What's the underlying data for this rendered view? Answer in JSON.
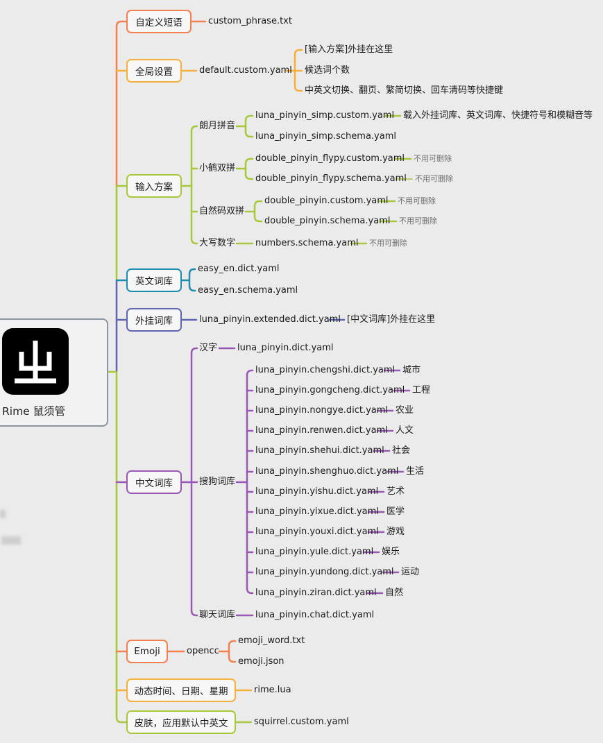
{
  "root": {
    "title": "Rime 鼠须管",
    "logo_icon": "rime-logo-icon"
  },
  "colors": {
    "orange": "#f4804f",
    "yellow": "#f5b03c",
    "green": "#a7c83a",
    "teal": "#1c8dad",
    "indigo": "#5e64b4",
    "purple": "#9a58b5",
    "root": "#8a97a3"
  },
  "custom_phrase": {
    "label": "自定义短语",
    "file": "custom_phrase.txt"
  },
  "global": {
    "label": "全局设置",
    "file": "default.custom.yaml",
    "items": [
      "[输入方案]外挂在这里",
      "候选词个数",
      "中英文切换、翻页、繁简切换、回车清码等快捷键"
    ]
  },
  "schemes": {
    "label": "输入方案",
    "luna": {
      "label": "朗月拼音",
      "custom_file": "luna_pinyin_simp.custom.yaml",
      "custom_note": "载入外挂词库、英文词库、快捷符号和模糊音等",
      "schema_file": "luna_pinyin_simp.schema.yaml"
    },
    "flypy": {
      "label": "小鹤双拼",
      "custom_file": "double_pinyin_flypy.custom.yaml",
      "custom_note": "不用可删除",
      "schema_file": "double_pinyin_flypy.schema.yaml",
      "schema_note": "不用可删除"
    },
    "natural": {
      "label": "自然码双拼",
      "custom_file": "double_pinyin.custom.yaml",
      "custom_note": "不用可删除",
      "schema_file": "double_pinyin.schema.yaml",
      "schema_note": "不用可删除"
    },
    "numbers": {
      "label": "大写数字",
      "file": "numbers.schema.yaml",
      "note": "不用可删除"
    }
  },
  "english": {
    "label": "英文词库",
    "files": [
      "easy_en.dict.yaml",
      "easy_en.schema.yaml"
    ]
  },
  "extended": {
    "label": "外挂词库",
    "file": "luna_pinyin.extended.dict.yaml",
    "note": "[中文词库]外挂在这里"
  },
  "chinese": {
    "label": "中文词库",
    "hanzi": {
      "label": "汉字",
      "file": "luna_pinyin.dict.yaml"
    },
    "sogou": {
      "label": "搜狗词库",
      "items": [
        {
          "file": "luna_pinyin.chengshi.dict.yaml",
          "note": "城市"
        },
        {
          "file": "luna_pinyin.gongcheng.dict.yaml",
          "note": "工程"
        },
        {
          "file": "luna_pinyin.nongye.dict.yaml",
          "note": "农业"
        },
        {
          "file": "luna_pinyin.renwen.dict.yaml",
          "note": "人文"
        },
        {
          "file": "luna_pinyin.shehui.dict.yaml",
          "note": "社会"
        },
        {
          "file": "luna_pinyin.shenghuo.dict.yaml",
          "note": "生活"
        },
        {
          "file": "luna_pinyin.yishu.dict.yaml",
          "note": "艺术"
        },
        {
          "file": "luna_pinyin.yixue.dict.yaml",
          "note": "医学"
        },
        {
          "file": "luna_pinyin.youxi.dict.yaml",
          "note": "游戏"
        },
        {
          "file": "luna_pinyin.yule.dict.yaml",
          "note": "娱乐"
        },
        {
          "file": "luna_pinyin.yundong.dict.yaml",
          "note": "运动"
        },
        {
          "file": "luna_pinyin.ziran.dict.yaml",
          "note": "自然"
        }
      ]
    },
    "chat": {
      "label": "聊天词库",
      "file": "luna_pinyin.chat.dict.yaml"
    }
  },
  "emoji": {
    "label": "Emoji",
    "sub": "opencc",
    "files": [
      "emoji_word.txt",
      "emoji.json"
    ]
  },
  "datetime": {
    "label": "动态时间、日期、星期",
    "file": "rime.lua"
  },
  "skin": {
    "label": "皮肤，应用默认中英文",
    "file": "squirrel.custom.yaml"
  }
}
